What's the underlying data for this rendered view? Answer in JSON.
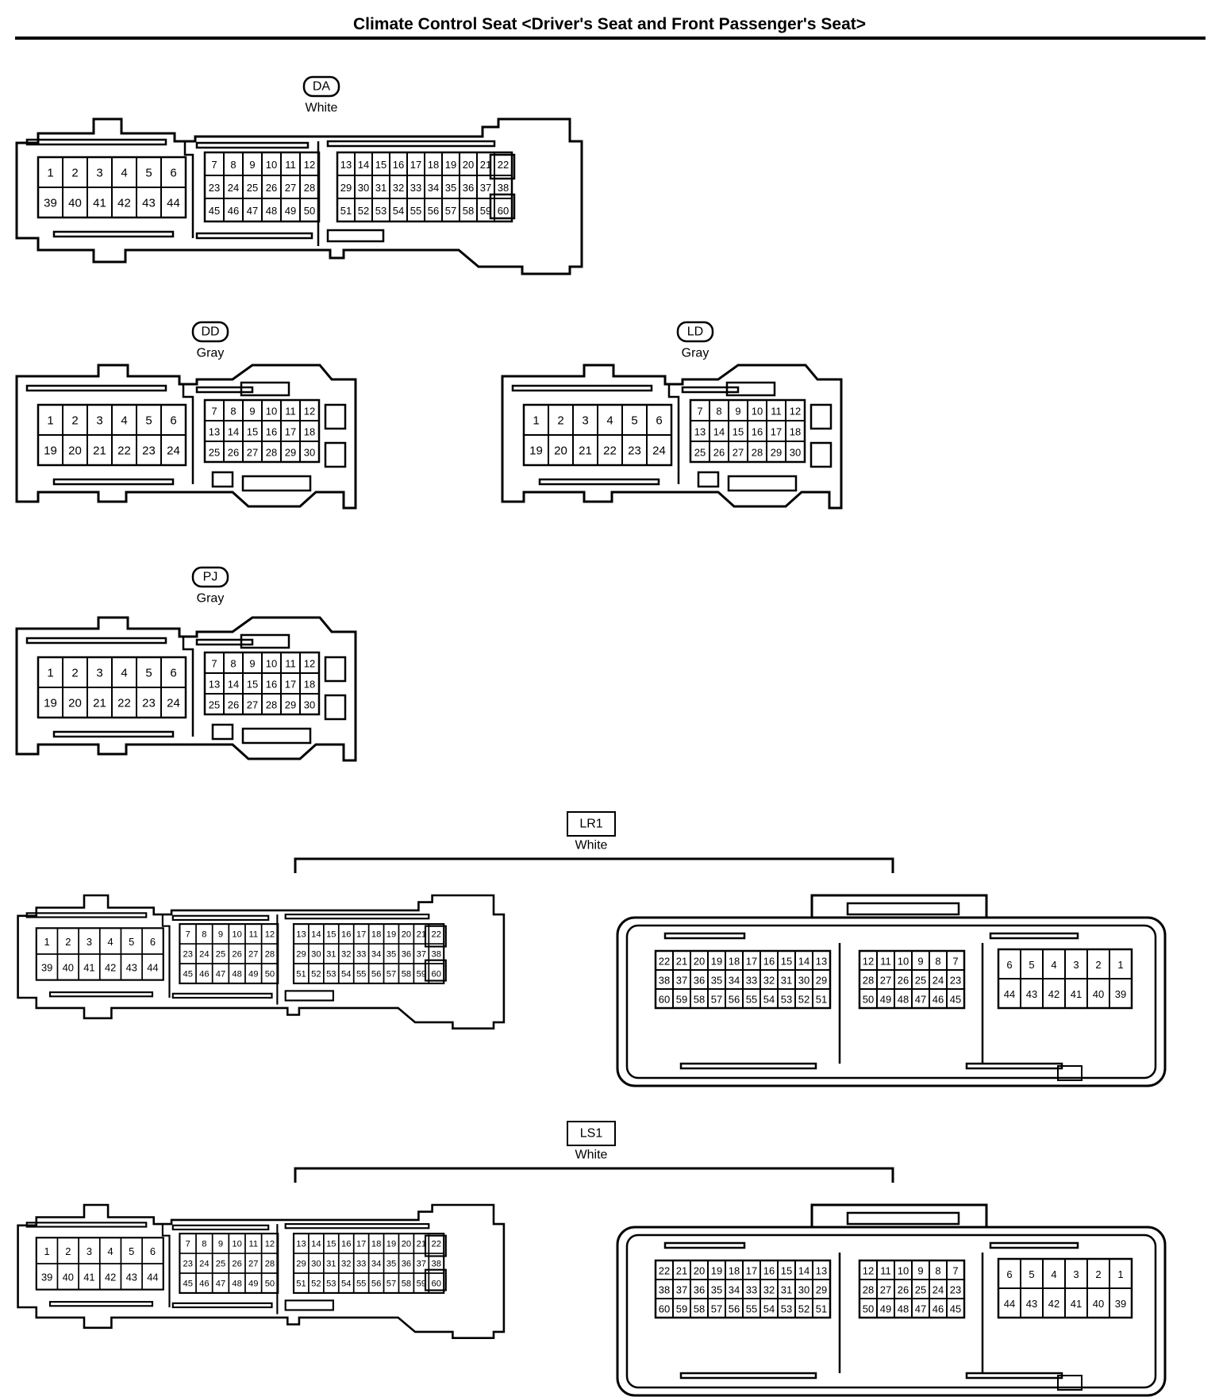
{
  "title": "Climate Control Seat <Driver's Seat and Front Passenger's Seat>",
  "connectors": [
    {
      "id": "DA",
      "color": "White",
      "badge_style": "oval",
      "views": [
        {
          "groups": [
            {
              "cols": 6,
              "pins": [
                "1",
                "2",
                "3",
                "4",
                "5",
                "6",
                "39",
                "40",
                "41",
                "42",
                "43",
                "44"
              ]
            },
            {
              "cols": 6,
              "pins": [
                "7",
                "8",
                "9",
                "10",
                "11",
                "12",
                "23",
                "24",
                "25",
                "26",
                "27",
                "28",
                "45",
                "46",
                "47",
                "48",
                "49",
                "50"
              ]
            },
            {
              "cols": 10,
              "pins": [
                "13",
                "14",
                "15",
                "16",
                "17",
                "18",
                "19",
                "20",
                "21",
                "22",
                "29",
                "30",
                "31",
                "32",
                "33",
                "34",
                "35",
                "36",
                "37",
                "38",
                "51",
                "52",
                "53",
                "54",
                "55",
                "56",
                "57",
                "58",
                "59",
                "60"
              ]
            }
          ]
        }
      ]
    },
    {
      "id": "DD",
      "color": "Gray",
      "badge_style": "oval",
      "views": [
        {
          "groups": [
            {
              "cols": 6,
              "pins": [
                "1",
                "2",
                "3",
                "4",
                "5",
                "6",
                "19",
                "20",
                "21",
                "22",
                "23",
                "24"
              ]
            },
            {
              "cols": 6,
              "pins": [
                "7",
                "8",
                "9",
                "10",
                "11",
                "12",
                "13",
                "14",
                "15",
                "16",
                "17",
                "18",
                "25",
                "26",
                "27",
                "28",
                "29",
                "30"
              ]
            }
          ]
        }
      ]
    },
    {
      "id": "LD",
      "color": "Gray",
      "badge_style": "oval",
      "views": [
        {
          "groups": [
            {
              "cols": 6,
              "pins": [
                "1",
                "2",
                "3",
                "4",
                "5",
                "6",
                "19",
                "20",
                "21",
                "22",
                "23",
                "24"
              ]
            },
            {
              "cols": 6,
              "pins": [
                "7",
                "8",
                "9",
                "10",
                "11",
                "12",
                "13",
                "14",
                "15",
                "16",
                "17",
                "18",
                "25",
                "26",
                "27",
                "28",
                "29",
                "30"
              ]
            }
          ]
        }
      ]
    },
    {
      "id": "PJ",
      "color": "Gray",
      "badge_style": "oval",
      "views": [
        {
          "groups": [
            {
              "cols": 6,
              "pins": [
                "1",
                "2",
                "3",
                "4",
                "5",
                "6",
                "19",
                "20",
                "21",
                "22",
                "23",
                "24"
              ]
            },
            {
              "cols": 6,
              "pins": [
                "7",
                "8",
                "9",
                "10",
                "11",
                "12",
                "13",
                "14",
                "15",
                "16",
                "17",
                "18",
                "25",
                "26",
                "27",
                "28",
                "29",
                "30"
              ]
            }
          ]
        }
      ]
    },
    {
      "id": "LR1",
      "color": "White",
      "badge_style": "box",
      "views": [
        {
          "groups": [
            {
              "cols": 6,
              "pins": [
                "1",
                "2",
                "3",
                "4",
                "5",
                "6",
                "39",
                "40",
                "41",
                "42",
                "43",
                "44"
              ]
            },
            {
              "cols": 6,
              "pins": [
                "7",
                "8",
                "9",
                "10",
                "11",
                "12",
                "23",
                "24",
                "25",
                "26",
                "27",
                "28",
                "45",
                "46",
                "47",
                "48",
                "49",
                "50"
              ]
            },
            {
              "cols": 10,
              "pins": [
                "13",
                "14",
                "15",
                "16",
                "17",
                "18",
                "19",
                "20",
                "21",
                "22",
                "29",
                "30",
                "31",
                "32",
                "33",
                "34",
                "35",
                "36",
                "37",
                "38",
                "51",
                "52",
                "53",
                "54",
                "55",
                "56",
                "57",
                "58",
                "59",
                "60"
              ]
            }
          ]
        },
        {
          "groups": [
            {
              "cols": 10,
              "pins": [
                "22",
                "21",
                "20",
                "19",
                "18",
                "17",
                "16",
                "15",
                "14",
                "13",
                "38",
                "37",
                "36",
                "35",
                "34",
                "33",
                "32",
                "31",
                "30",
                "29",
                "60",
                "59",
                "58",
                "57",
                "56",
                "55",
                "54",
                "53",
                "52",
                "51"
              ]
            },
            {
              "cols": 6,
              "pins": [
                "12",
                "11",
                "10",
                "9",
                "8",
                "7",
                "28",
                "27",
                "26",
                "25",
                "24",
                "23",
                "50",
                "49",
                "48",
                "47",
                "46",
                "45"
              ]
            },
            {
              "cols": 6,
              "pins": [
                "6",
                "5",
                "4",
                "3",
                "2",
                "1",
                "44",
                "43",
                "42",
                "41",
                "40",
                "39"
              ]
            }
          ]
        }
      ]
    },
    {
      "id": "LS1",
      "color": "White",
      "badge_style": "box",
      "views": [
        {
          "groups": [
            {
              "cols": 6,
              "pins": [
                "1",
                "2",
                "3",
                "4",
                "5",
                "6",
                "39",
                "40",
                "41",
                "42",
                "43",
                "44"
              ]
            },
            {
              "cols": 6,
              "pins": [
                "7",
                "8",
                "9",
                "10",
                "11",
                "12",
                "23",
                "24",
                "25",
                "26",
                "27",
                "28",
                "45",
                "46",
                "47",
                "48",
                "49",
                "50"
              ]
            },
            {
              "cols": 10,
              "pins": [
                "13",
                "14",
                "15",
                "16",
                "17",
                "18",
                "19",
                "20",
                "21",
                "22",
                "29",
                "30",
                "31",
                "32",
                "33",
                "34",
                "35",
                "36",
                "37",
                "38",
                "51",
                "52",
                "53",
                "54",
                "55",
                "56",
                "57",
                "58",
                "59",
                "60"
              ]
            }
          ]
        },
        {
          "groups": [
            {
              "cols": 10,
              "pins": [
                "22",
                "21",
                "20",
                "19",
                "18",
                "17",
                "16",
                "15",
                "14",
                "13",
                "38",
                "37",
                "36",
                "35",
                "34",
                "33",
                "32",
                "31",
                "30",
                "29",
                "60",
                "59",
                "58",
                "57",
                "56",
                "55",
                "54",
                "53",
                "52",
                "51"
              ]
            },
            {
              "cols": 6,
              "pins": [
                "12",
                "11",
                "10",
                "9",
                "8",
                "7",
                "28",
                "27",
                "26",
                "25",
                "24",
                "23",
                "50",
                "49",
                "48",
                "47",
                "46",
                "45"
              ]
            },
            {
              "cols": 6,
              "pins": [
                "6",
                "5",
                "4",
                "3",
                "2",
                "1",
                "44",
                "43",
                "42",
                "41",
                "40",
                "39"
              ]
            }
          ]
        }
      ]
    }
  ]
}
